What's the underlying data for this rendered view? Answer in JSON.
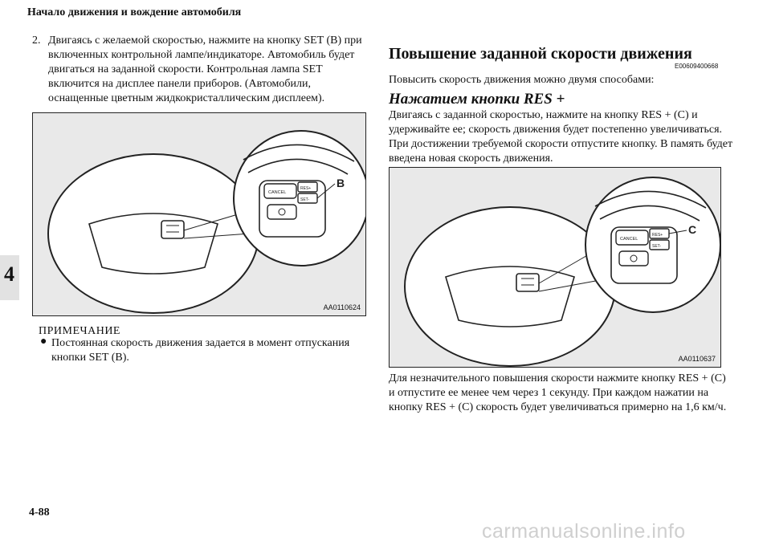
{
  "header": {
    "title": "Начало движения и вождение автомобиля"
  },
  "chapter": {
    "number": "4"
  },
  "page": {
    "number": "4-88"
  },
  "left": {
    "step_number": "2.",
    "step_text": "Двигаясь с желаемой скоростью, нажмите на кнопку SET (B) при включенных контрольной лампе/индикаторе. Автомобиль будет двигаться на заданной скорости. Контрольная лампа SET включится на дисплее панели приборов. (Автомобили, оснащенные цветным жидкокристаллическим дисплеем).",
    "figure": {
      "code": "AA0110624",
      "callout": "B"
    },
    "note_title": "ПРИМЕЧАНИЕ",
    "note_bullet": "●",
    "note_text": "Постоянная скорость движения задается в момент отпускания кнопки SET (B)."
  },
  "right": {
    "title": "Повышение заданной скорости движения",
    "code": "E00609400668",
    "intro": "Повысить скорость движения можно двумя способами:",
    "subtitle": "Нажатием кнопки RES +",
    "paragraph1": "Двигаясь с заданной скоростью, нажмите на кнопку RES + (C) и удерживайте ее; скорость движения будет постепенно увеличиваться. При достижении требуемой скорости отпустите кнопку. В память будет введена новая скорость движения.",
    "figure": {
      "code": "AA0110637",
      "callout": "C"
    },
    "paragraph2": "Для незначительного повышения скорости нажмите кнопку RES + (C) и отпустите ее менее чем через 1 секунду. При каждом нажатии на кнопку RES + (C) скорость будет увеличиваться примерно на 1,6 км/ч."
  },
  "button_labels": {
    "cancel": "CANCEL",
    "res": "RES+",
    "set": "SET-"
  },
  "watermark": "carmanualsonline.info"
}
